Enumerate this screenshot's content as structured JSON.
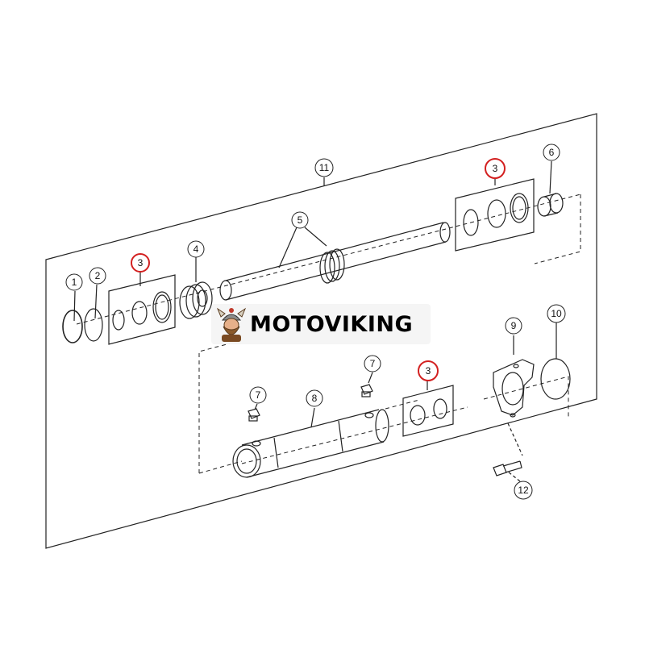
{
  "callouts": {
    "c1": "1",
    "c2": "2",
    "c3_left": "3",
    "c3_top": "3",
    "c3_bottom": "3",
    "c4": "4",
    "c5": "5",
    "c6": "6",
    "c7_left": "7",
    "c7_right": "7",
    "c8": "8",
    "c9": "9",
    "c10": "10",
    "c11": "11",
    "c12": "12"
  },
  "highlight_color": "#d32020",
  "watermark": {
    "brand": "MOTOVIKING",
    "logo": "viking-mascot-icon"
  }
}
